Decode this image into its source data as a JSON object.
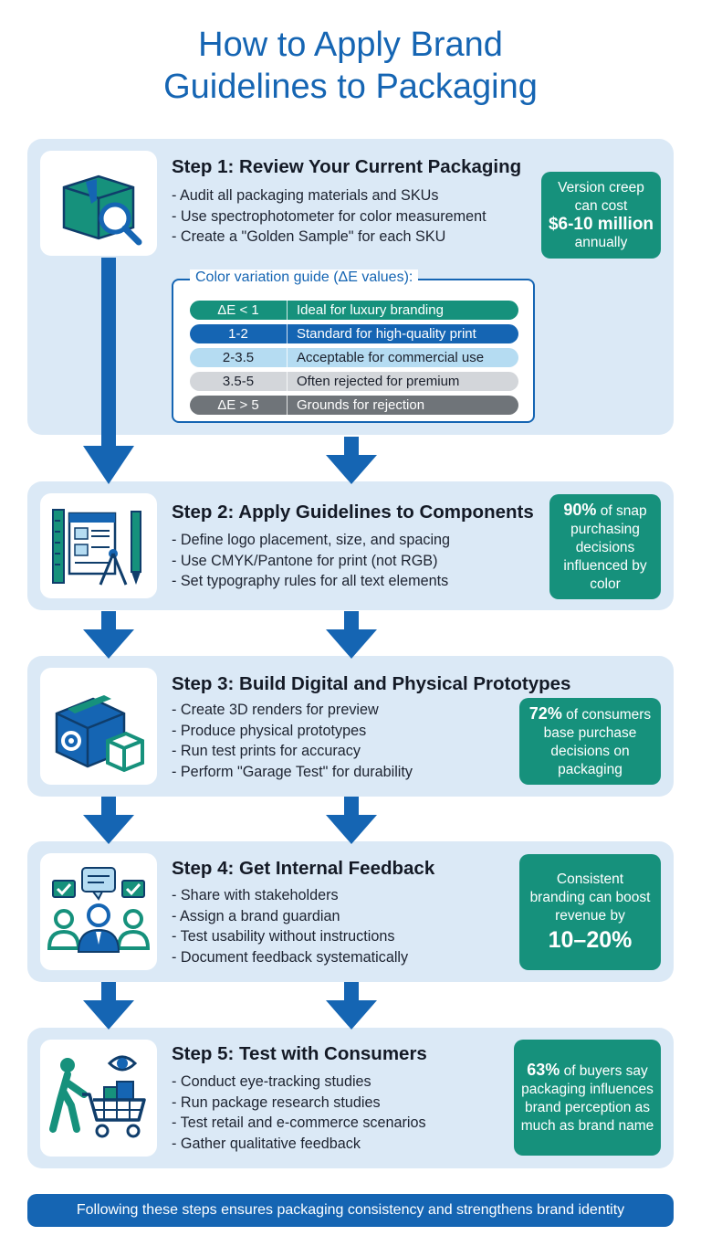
{
  "title": {
    "line1": "How to Apply Brand",
    "line2": "Guidelines to Packaging"
  },
  "steps": [
    {
      "title": "Step 1: Review Your Current Packaging",
      "bullets": [
        "- Audit all packaging materials and SKUs",
        "- Use spectrophotometer for color measurement",
        "- Create a \"Golden Sample\" for each SKU"
      ],
      "icon": "box-magnifier-icon",
      "stat": {
        "pre": "Version creep can cost",
        "highlight": "$6-10 million",
        "post": "annually"
      }
    },
    {
      "title": "Step 2: Apply Guidelines to Components",
      "bullets": [
        "- Define logo placement, size, and spacing",
        "- Use CMYK/Pantone for print (not RGB)",
        "- Set typography rules for all text elements"
      ],
      "icon": "design-tools-icon",
      "stat": {
        "highlight": "90%",
        "text": "of snap purchasing decisions influenced by color"
      }
    },
    {
      "title": "Step 3: Build Digital and Physical Prototypes",
      "bullets": [
        "- Create 3D renders for preview",
        "- Produce physical prototypes",
        "- Run test prints for accuracy",
        "- Perform \"Garage Test\" for durability"
      ],
      "icon": "3d-box-icon",
      "stat": {
        "highlight": "72%",
        "text": "of consumers base purchase decisions on packaging"
      }
    },
    {
      "title": "Step 4: Get Internal Feedback",
      "bullets": [
        "- Share with stakeholders",
        "- Assign a brand guardian",
        "- Test usability without instructions",
        "- Document feedback systematically"
      ],
      "icon": "team-feedback-icon",
      "stat": {
        "pre": "Consistent branding can boost revenue by",
        "highlight": "10–20%"
      }
    },
    {
      "title": "Step 5: Test with Consumers",
      "bullets": [
        "- Conduct eye-tracking studies",
        "- Run package research studies",
        "- Test retail and e-commerce scenarios",
        "- Gather qualitative feedback"
      ],
      "icon": "shopper-eye-icon",
      "stat": {
        "highlight": "63%",
        "text": "of buyers say packaging influences brand perception as much as brand name"
      }
    }
  ],
  "color_guide": {
    "title": "Color variation guide (ΔE values):",
    "rows": [
      {
        "range": "ΔE < 1",
        "desc": "Ideal for luxury branding",
        "color": "#16917c"
      },
      {
        "range": "1-2",
        "desc": "Standard for high-quality print",
        "color": "#1565b3"
      },
      {
        "range": "2-3.5",
        "desc": "Acceptable for commercial use",
        "color": "#b5dcf2"
      },
      {
        "range": "3.5-5",
        "desc": "Often rejected for premium",
        "color": "#d3d6da"
      },
      {
        "range": "ΔE > 5",
        "desc": "Grounds for rejection",
        "color": "#6f7479"
      }
    ]
  },
  "footer": "Following these steps ensures packaging consistency and strengthens brand identity",
  "colors": {
    "brand_blue": "#1565b3",
    "teal": "#16917c",
    "panel_bg": "#dbe9f6"
  }
}
